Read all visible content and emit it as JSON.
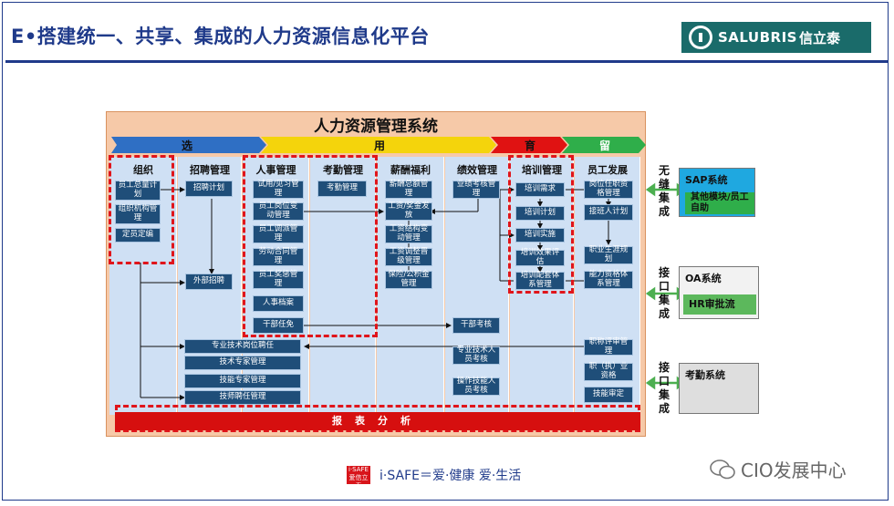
{
  "header": {
    "title": "E•搭建统一、共享、集成的人力资源信息化平台",
    "logo_text": "SALUBRIS",
    "logo_cn": "信立泰"
  },
  "system": {
    "title": "人力资源管理系统",
    "stages": [
      "选",
      "用",
      "育",
      "留"
    ],
    "report": "报表分析"
  },
  "columns": [
    "组织",
    "招聘管理",
    "人事管理",
    "考勤管理",
    "薪酬福利",
    "绩效管理",
    "培训管理",
    "员工发展"
  ],
  "org_items": [
    "员工总量计划",
    "组织机构管理",
    "定员定编"
  ],
  "recruit_items": [
    "招聘计划",
    "外部招聘"
  ],
  "hr_items": [
    "试用/见习管理",
    "员工岗位变动管理",
    "员工调派管理",
    "劳动合同管理",
    "员工奖惩管理",
    "人事档案",
    "干部任免"
  ],
  "attend_items": [
    "考勤管理"
  ],
  "pay_items": [
    "薪酬总额管理",
    "工资/奖金发放",
    "工资结构变动管理",
    "工资调整晋级管理",
    "保险/公积金管理"
  ],
  "perf_items": [
    "业绩考核管理",
    "干部考核",
    "专业技术人员考核",
    "操作技能人员考核"
  ],
  "train_items": [
    "培训需求",
    "培训计划",
    "培训实施",
    "培训效果评估",
    "培训配套体系管理"
  ],
  "dev_items": [
    "岗位任职资格管理",
    "接班人计划",
    "职业生涯规划",
    "能力资格体系管理",
    "职称评审管理",
    "职（执）业资格",
    "技能审定"
  ],
  "shared_items": [
    "专业技术岗位聘任",
    "技术专家管理",
    "技能专家管理",
    "技师聘任管理"
  ],
  "external": [
    {
      "label": "无缝集成",
      "title": "SAP系统",
      "sub": "其他模块/员工自助"
    },
    {
      "label": "接口集成",
      "title": "OA系统",
      "sub": "HR审批流"
    },
    {
      "label": "接口集成",
      "title": "考勤系统"
    }
  ],
  "footer": {
    "badge": "i·SAFE 爱信立泰",
    "slogan": "i·SAFE＝爱·健康 爱·生活"
  },
  "watermark": "CIO发展中心",
  "colors": {
    "primary": "#1f3a8a",
    "accent": "#d60f0f",
    "box": "#1f4e79",
    "green": "#5cb85c"
  }
}
